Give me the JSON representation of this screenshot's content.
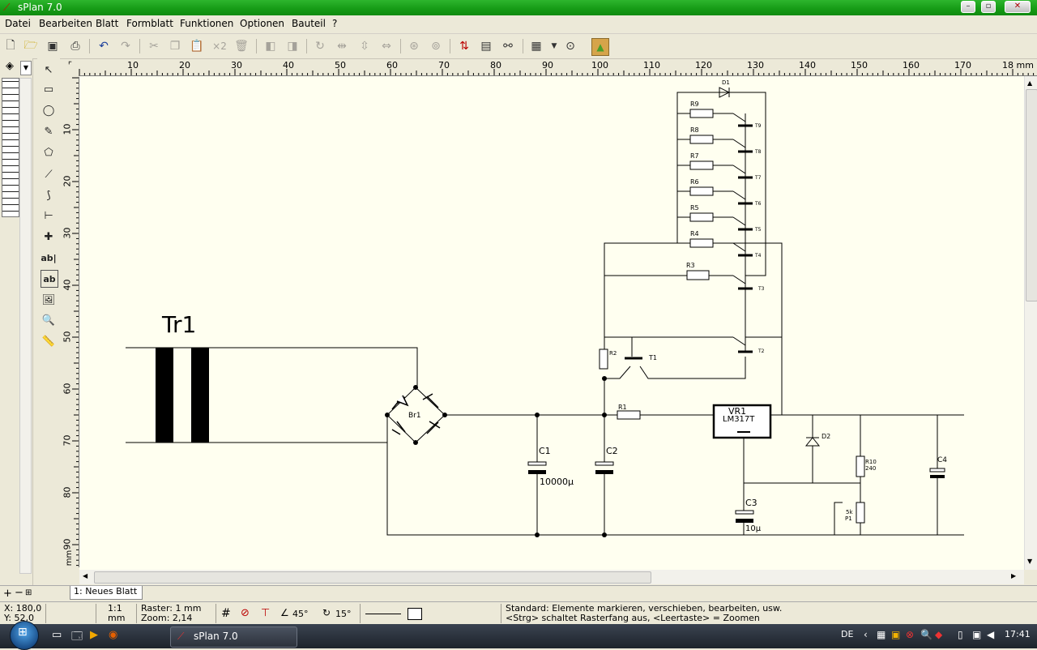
{
  "window": {
    "title": "sPlan 7.0"
  },
  "menu": [
    "Datei",
    "Bearbeiten",
    "Blatt",
    "Formblatt",
    "Funktionen",
    "Optionen",
    "Bauteil",
    "?"
  ],
  "ruler": {
    "h_labels": [
      "10",
      "20",
      "30",
      "40",
      "50",
      "60",
      "70",
      "80",
      "90",
      "100",
      "110",
      "120",
      "130",
      "140",
      "150",
      "160",
      "170",
      "18 mm"
    ],
    "v_labels": [
      "10",
      "20",
      "30",
      "40",
      "50",
      "60",
      "70",
      "80",
      "90"
    ],
    "v_unit": "mm"
  },
  "schematic": {
    "transformer_label": "Tr1",
    "bridge_label": "Br1",
    "c1_label": "C1",
    "c1_value": "10000µ",
    "c2_label": "C2",
    "c3_label": "C3",
    "c3_value": "10µ",
    "c4_label": "C4",
    "r1_label": "R1",
    "r2_label": "R2",
    "r3_label": "R3",
    "r4_label": "R4",
    "r5_label": "R5",
    "r6_label": "R6",
    "r7_label": "R7",
    "r8_label": "R8",
    "r9_label": "R9",
    "r10_label": "R10",
    "r10_value": "240",
    "p1_label": "P1",
    "p1_value": "5k",
    "t1_label": "T1",
    "t2_label": "T2",
    "t3_label": "T3",
    "t4_label": "T4",
    "t5_label": "T5",
    "t6_label": "T6",
    "t7_label": "T7",
    "t8_label": "T8",
    "t9_label": "T9",
    "d1_label": "D1",
    "d2_label": "D2",
    "vr1_label": "VR1",
    "vr1_type": "LM317T"
  },
  "tabs": [
    {
      "label": "1: Neues Blatt"
    }
  ],
  "status": {
    "x": "X: 180,0",
    "y": "Y: 52,0",
    "scale": "1:1",
    "scale_unit": "mm",
    "raster": "Raster: 1 mm",
    "zoom": "Zoom:    2,14",
    "angle1": "45°",
    "angle2": "15°",
    "hint1": "Standard: Elemente markieren, verschieben, bearbeiten, usw.",
    "hint2": "<Strg> schaltet Rasterfang aus, <Leertaste> = Zoomen"
  },
  "taskbar": {
    "app_button": "sPlan 7.0",
    "language": "DE",
    "clock": "17:41"
  },
  "colors": {
    "canvas": "#fffff0",
    "titlebar": "#159a15",
    "taskbar": "#2a313b"
  }
}
